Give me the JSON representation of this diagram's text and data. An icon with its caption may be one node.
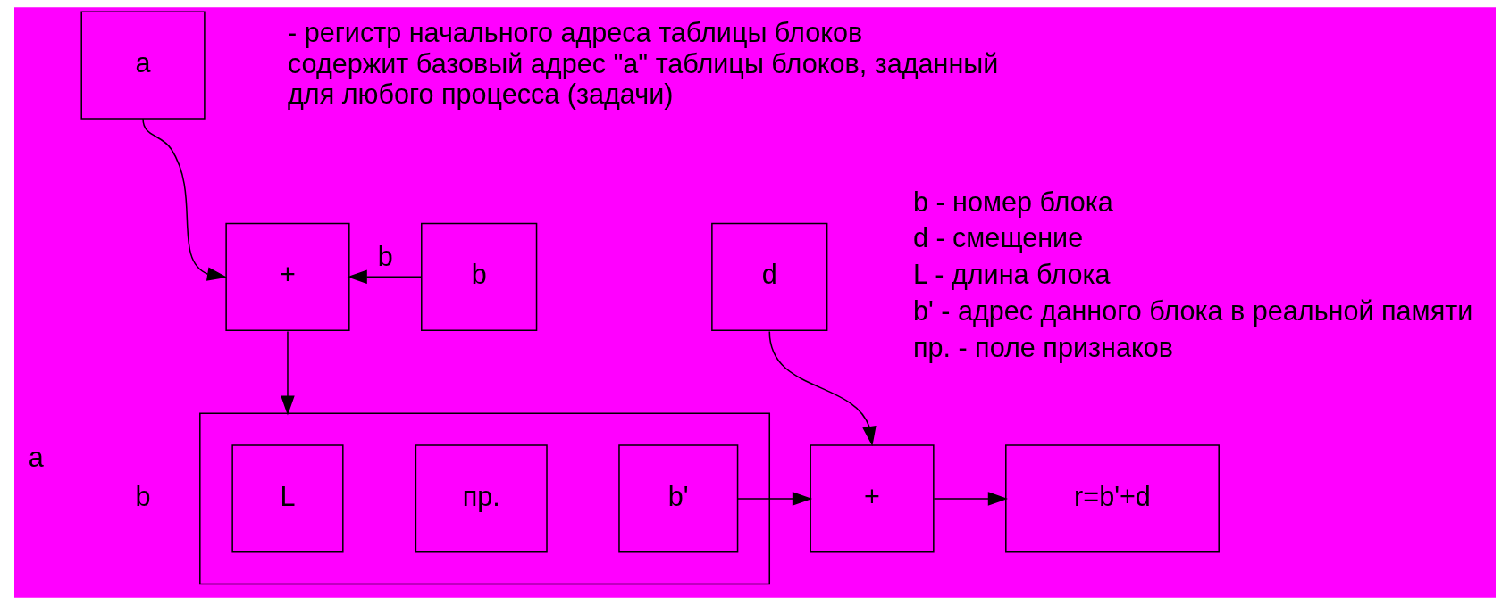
{
  "diagram": {
    "nodes": [
      {
        "text": [
          "a"
        ],
        "beside": [
          "- регистр начального адреса таблицы блоков",
          "содержит базовый адрес \"a\" таблицы блоков, заданный для любого процесса (задачи)"
        ]
      },
      {
        "text": [
          "+"
        ]
      },
      {
        "text": [
          "b"
        ]
      },
      {
        "text": [
          "d"
        ]
      },
      {
        "text": [],
        "shape": "box"
      },
      {
        "text": [
          "L"
        ],
        "in": 4
      },
      {
        "text": [
          "пр."
        ],
        "in": 4
      },
      {
        "text": [
          "b'"
        ],
        "in": 4
      },
      {
        "text": [
          "+"
        ]
      },
      {
        "text": [
          "r=b'+d"
        ]
      }
    ],
    "edges": [
      {
        "from": 0,
        "to": 1,
        "arrow": "to"
      },
      {
        "from": 2,
        "to": 1,
        "label": "b",
        "arrow": "to"
      },
      {
        "from": 1,
        "to": 4,
        "arrow": "to"
      },
      {
        "from": 3,
        "to": 8,
        "arrow": "to"
      },
      {
        "from": 7,
        "to": 8,
        "arrow": "to"
      },
      {
        "from": 8,
        "to": 9,
        "arrow": "to"
      }
    ],
    "labels": [
      "b - номер блока",
      "d - смещение",
      "L - длина блока",
      "b' - адрес данного блока в реальной памяти",
      "пр. - поле признаков",
      "a",
      "b"
    ]
  }
}
